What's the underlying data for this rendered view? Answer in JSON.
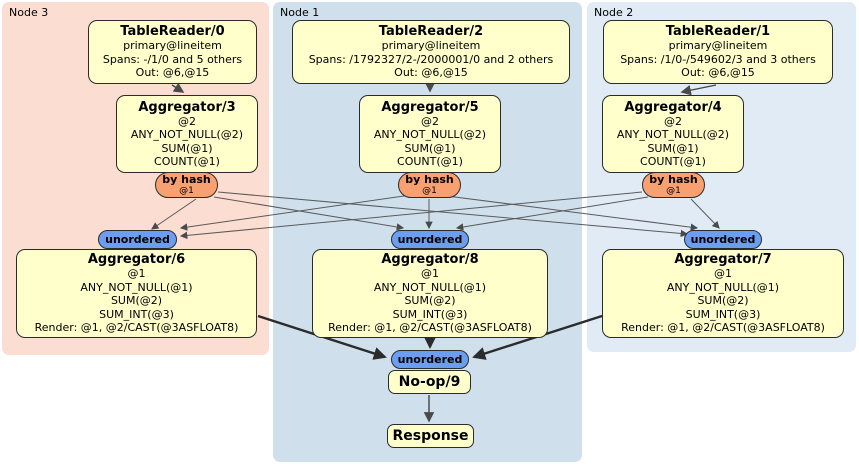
{
  "diagram": {
    "regions": [
      {
        "label": "Node 3"
      },
      {
        "label": "Node 1"
      },
      {
        "label": "Node 2"
      }
    ],
    "processors": {
      "tablereader0": {
        "title": "TableReader/0",
        "lines": [
          "primary@lineitem",
          "Spans: -/1/0 and 5 others",
          "Out: @6,@15"
        ]
      },
      "tablereader2": {
        "title": "TableReader/2",
        "lines": [
          "primary@lineitem",
          "Spans: /1792327/2-/2000001/0 and 2 others",
          "Out: @6,@15"
        ]
      },
      "tablereader1": {
        "title": "TableReader/1",
        "lines": [
          "primary@lineitem",
          "Spans: /1/0-/549602/3 and 3 others",
          "Out: @6,@15"
        ]
      },
      "aggregator3": {
        "title": "Aggregator/3",
        "lines": [
          "@2",
          "ANY_NOT_NULL(@2)",
          "SUM(@1)",
          "COUNT(@1)"
        ]
      },
      "aggregator5": {
        "title": "Aggregator/5",
        "lines": [
          "@2",
          "ANY_NOT_NULL(@2)",
          "SUM(@1)",
          "COUNT(@1)"
        ]
      },
      "aggregator4": {
        "title": "Aggregator/4",
        "lines": [
          "@2",
          "ANY_NOT_NULL(@2)",
          "SUM(@1)",
          "COUNT(@1)"
        ]
      },
      "aggregator6": {
        "title": "Aggregator/6",
        "lines": [
          "@1",
          "ANY_NOT_NULL(@1)",
          "SUM(@2)",
          "SUM_INT(@3)",
          "Render: @1, @2/CAST(@3ASFLOAT8)"
        ]
      },
      "aggregator8": {
        "title": "Aggregator/8",
        "lines": [
          "@1",
          "ANY_NOT_NULL(@1)",
          "SUM(@2)",
          "SUM_INT(@3)",
          "Render: @1, @2/CAST(@3ASFLOAT8)"
        ]
      },
      "aggregator7": {
        "title": "Aggregator/7",
        "lines": [
          "@1",
          "ANY_NOT_NULL(@1)",
          "SUM(@2)",
          "SUM_INT(@3)",
          "Render: @1, @2/CAST(@3ASFLOAT8)"
        ]
      },
      "noop": {
        "title": "No-op/9"
      },
      "response": {
        "title": "Response"
      }
    },
    "routers": [
      {
        "label": "by hash",
        "detail": "@1"
      },
      {
        "label": "by hash",
        "detail": "@1"
      },
      {
        "label": "by hash",
        "detail": "@1"
      }
    ],
    "syncs": [
      {
        "label": "unordered"
      },
      {
        "label": "unordered"
      },
      {
        "label": "unordered"
      },
      {
        "label": "unordered"
      }
    ],
    "colors": {
      "processor_fill": "#ffffcc",
      "router_fill": "#f9a070",
      "sync_fill": "#6b9df0",
      "region_node3": "#fbddd1",
      "region_node1": "#cfe0ec",
      "region_node2": "#e0ebf5",
      "edge": "#5a5a5a"
    }
  }
}
